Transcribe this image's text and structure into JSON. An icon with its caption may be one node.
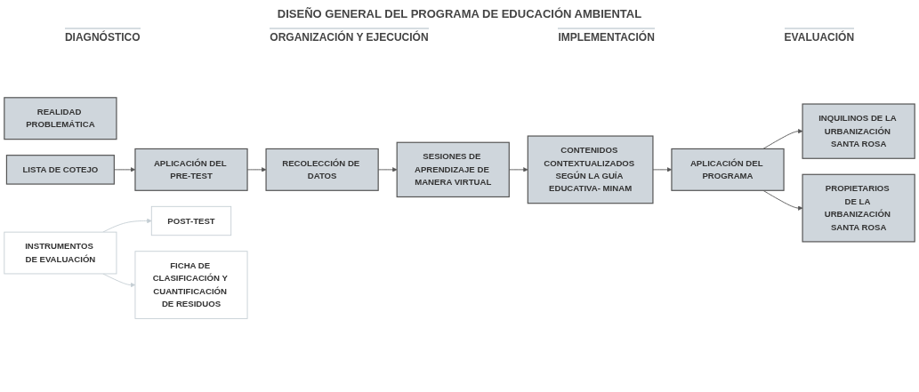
{
  "diagram": {
    "title": "DISEÑO GENERAL DEL PROGRAMA DE EDUCACIÓN AMBIENTAL",
    "nodes": [
      {
        "text": [
          "REALIDAD PROBLEMÁTICA"
        ]
      },
      {
        "text": [
          "LISTA DE COTEJO"
        ]
      },
      {
        "text": [
          "APLICACIÓN DEL PRE-TEST"
        ]
      },
      {
        "text": [
          "RECOLECCIÓN DE DATOS"
        ]
      },
      {
        "text": [
          "SESIONES DE APRENDIZAJE DE MANERA VIRTUAL"
        ]
      },
      {
        "text": [
          "CONTENIDOS CONTEXTUALIZADOS SEGÚN LA GUÍA EDUCATIVA- MINAM"
        ]
      },
      {
        "text": [
          "APLICACIÓN DEL PROGRAMA"
        ]
      },
      {
        "text": [
          "INQUILINOS DE LA URBANIZACIÓN SANTA ROSA"
        ]
      },
      {
        "text": [
          "PROPIETARIOS DE LA URBANIZACIÓN SANTA ROSA"
        ]
      },
      {
        "text": [
          "INSTRUMENTOS DE EVALUACIÓN"
        ]
      },
      {
        "text": [
          "POST-TEST"
        ]
      },
      {
        "text": [
          "FICHA DE CLASIFICACIÓN Y CUANTIFICACIÓN DE RESIDUOS"
        ]
      }
    ],
    "edges": [
      {
        "from": 1,
        "to": 2,
        "arrow": "to"
      },
      {
        "from": 2,
        "to": 3,
        "arrow": "to"
      },
      {
        "from": 3,
        "to": 4,
        "arrow": "to"
      },
      {
        "from": 4,
        "to": 5,
        "arrow": "to"
      },
      {
        "from": 5,
        "to": 6,
        "arrow": "to"
      },
      {
        "from": 6,
        "to": 7,
        "arrow": "to"
      },
      {
        "from": 6,
        "to": 8,
        "arrow": "to"
      },
      {
        "from": 9,
        "to": 10,
        "arrow": "to",
        "color": "#c5ced4"
      },
      {
        "from": 9,
        "to": 11,
        "arrow": "to",
        "color": "#c5ced4"
      }
    ],
    "labels": [
      "DIAGNÓSTICO",
      "ORGANIZACIÓN Y EJECUCIÓN",
      "IMPLEMENTACIÓN",
      "EVALUACIÓN"
    ]
  }
}
